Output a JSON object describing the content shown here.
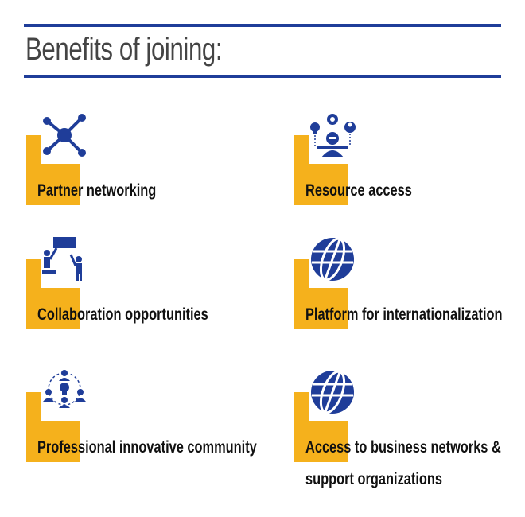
{
  "title": "Benefits of joining:",
  "colors": {
    "accent_blue": "#1f3d99",
    "accent_yellow": "#f5b11c",
    "title_gray": "#444444"
  },
  "benefits": [
    {
      "label": "Partner networking",
      "icon": "network-nodes-icon"
    },
    {
      "label": "Resource access",
      "icon": "resource-person-icon"
    },
    {
      "label": "Collaboration opportunities",
      "icon": "puzzle-collaboration-icon"
    },
    {
      "label": "Platform for internationalization",
      "icon": "globe-icon"
    },
    {
      "label": "Professional innovative community",
      "icon": "community-idea-icon"
    },
    {
      "label": "Access to business networks & support organizations",
      "icon": "globe-icon"
    }
  ]
}
